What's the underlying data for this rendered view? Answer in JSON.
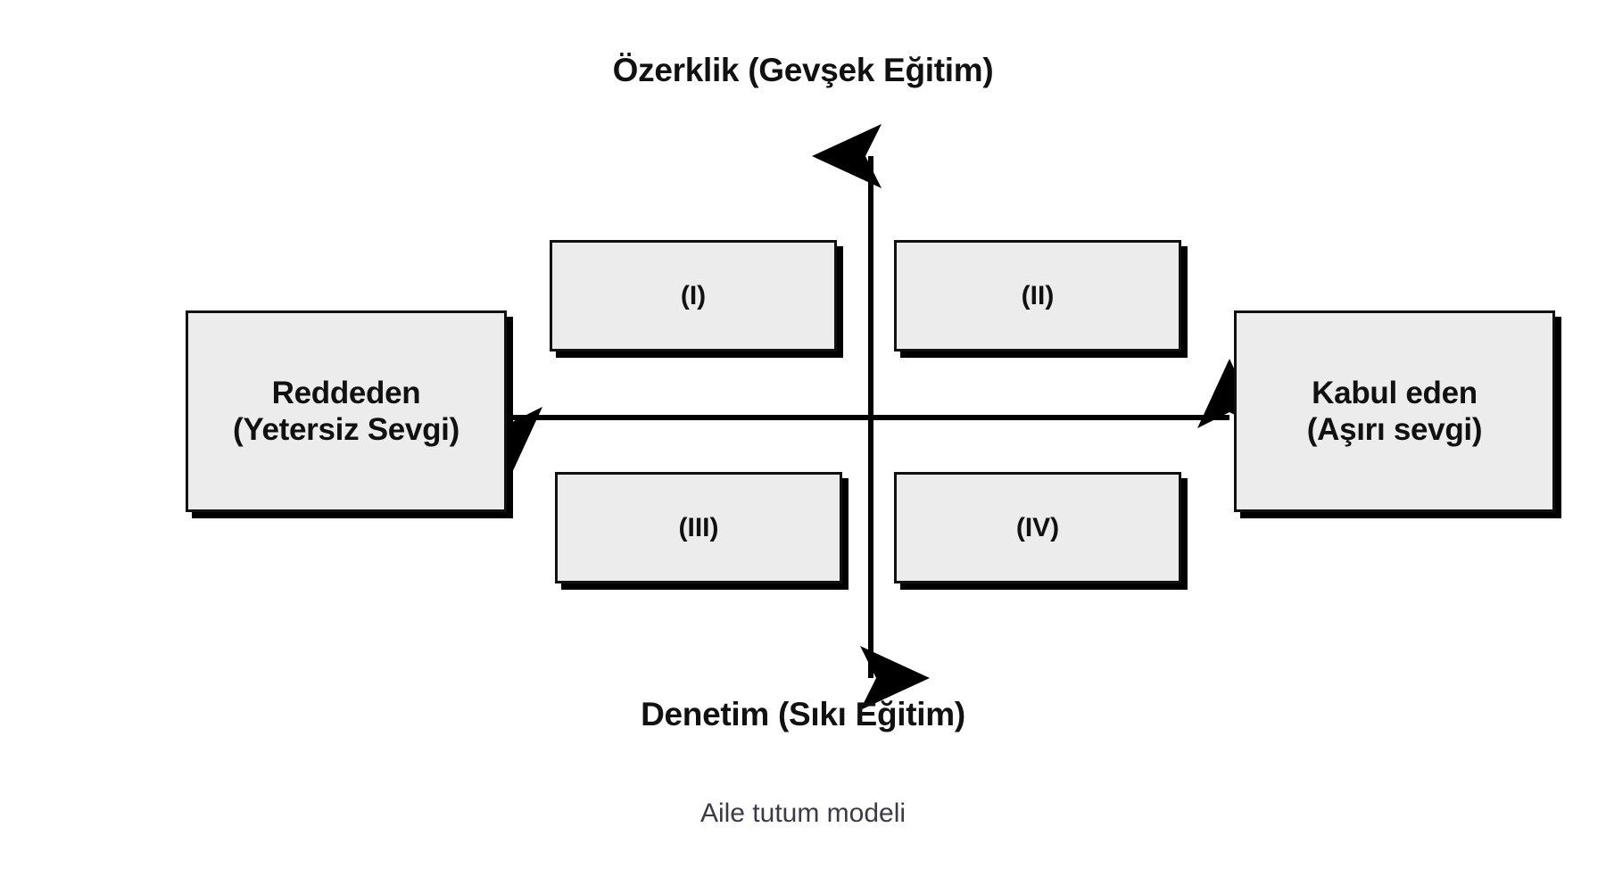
{
  "diagram": {
    "caption": "Aile tutum modeli",
    "axes": {
      "vertical": {
        "top_label": "Özerklik (Gevşek Eğitim)",
        "bottom_label": "Denetim (Sıkı Eğitim)"
      },
      "horizontal": {
        "left_box": {
          "line1": "Reddeden",
          "line2": "(Yetersiz Sevgi)"
        },
        "right_box": {
          "line1": "Kabul eden",
          "line2": "(Aşırı sevgi)"
        }
      }
    },
    "quadrants": [
      {
        "id": "q1",
        "label": "(I)"
      },
      {
        "id": "q2",
        "label": "(II)"
      },
      {
        "id": "q3",
        "label": "(III)"
      },
      {
        "id": "q4",
        "label": "(IV)"
      }
    ],
    "colors": {
      "box_fill": "#ececec",
      "box_border": "#111111",
      "box_shadow": "#000000",
      "text": "#111111",
      "caption_text": "#3b3b46",
      "background": "#ffffff"
    }
  }
}
